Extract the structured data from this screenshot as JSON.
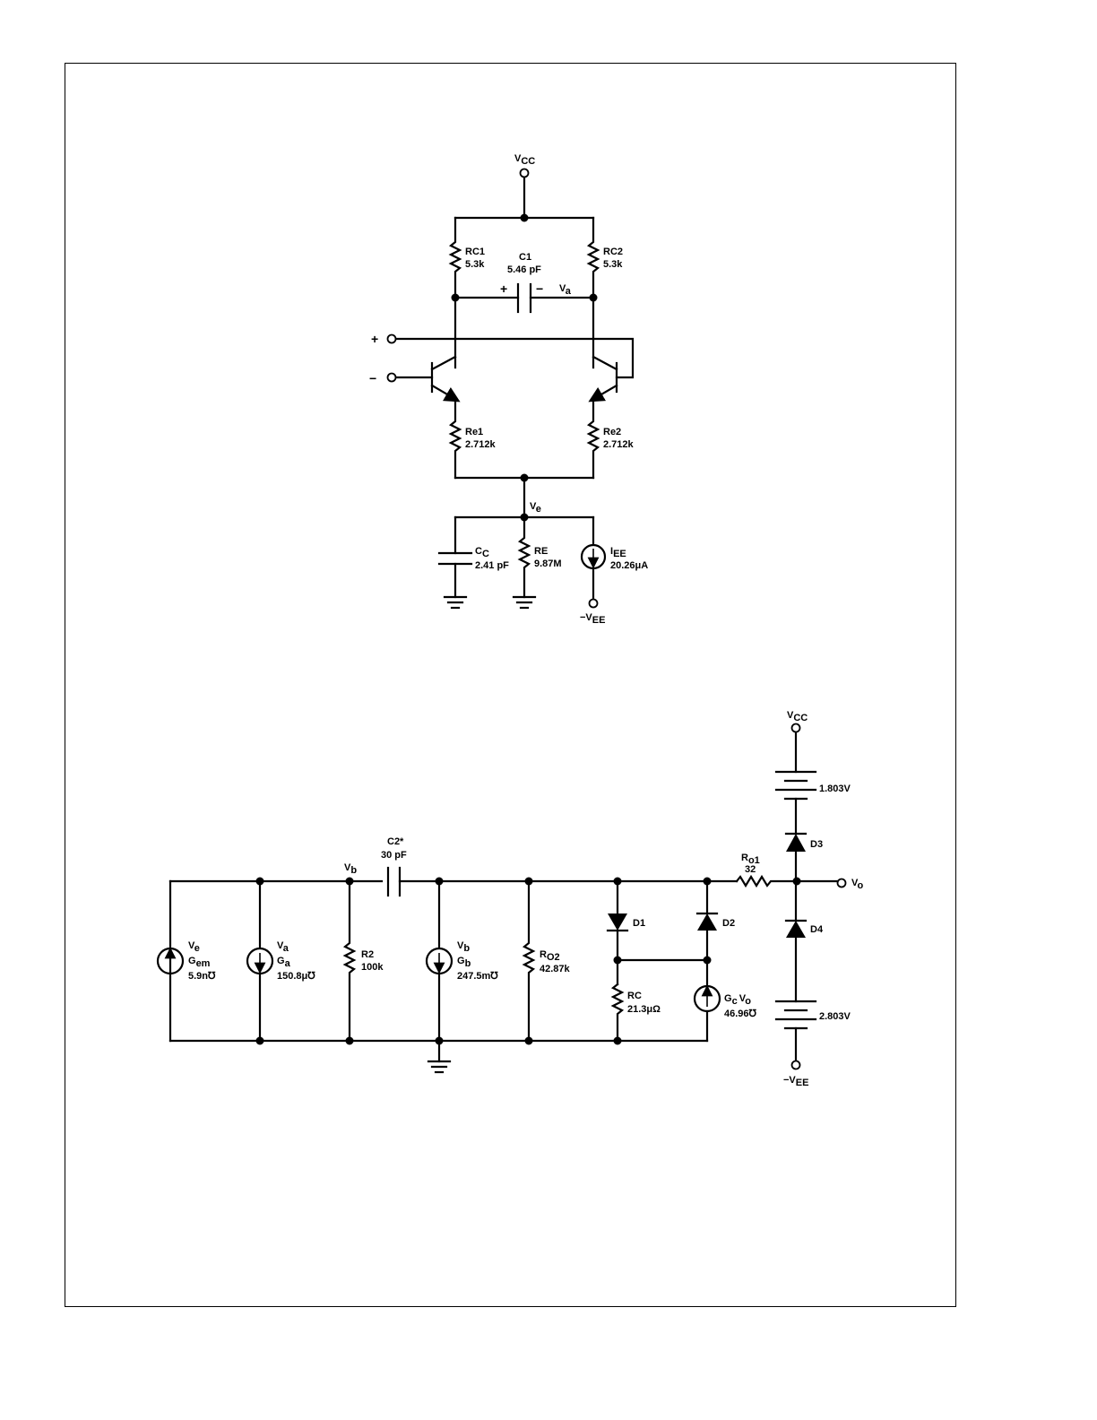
{
  "top": {
    "vcc": "V",
    "vcc_sub": "CC",
    "rc1_name": "RC1",
    "rc1_val": "5.3k",
    "rc2_name": "RC2",
    "rc2_val": "5.3k",
    "c1_name": "C1",
    "c1_val": "5.46 pF",
    "c1_plus": "+",
    "c1_minus": "−",
    "va": "V",
    "va_sub": "a",
    "in_plus": "+",
    "in_minus": "−",
    "re1_name": "Re1",
    "re1_val": "2.712k",
    "re2_name": "Re2",
    "re2_val": "2.712k",
    "ve": "V",
    "ve_sub": "e",
    "cc_name": "C",
    "cc_sub": "C",
    "cc_val": "2.41 pF",
    "re_name": "RE",
    "re_val": "9.87M",
    "iee_name": "I",
    "iee_sub": "EE",
    "iee_val": "20.26μA",
    "vee": "−V",
    "vee_sub": "EE"
  },
  "bottom": {
    "ve": "V",
    "ve_sub": "e",
    "gem": "G",
    "gem_sub": "em",
    "gem_val": "5.9n℧",
    "va": "V",
    "va_sub": "a",
    "ga": "G",
    "ga_sub": "a",
    "ga_val": "150.8μ℧",
    "vb_node": "V",
    "vb_node_sub": "b",
    "r2_name": "R2",
    "r2_val": "100k",
    "c2_name": "C2*",
    "c2_val": "30 pF",
    "vb": "V",
    "vb_sub": "b",
    "gb": "G",
    "gb_sub": "b",
    "gb_val": "247.5m℧",
    "ro2_name": "R",
    "ro2_sub": "O2",
    "ro2_val": "42.87k",
    "d1": "D1",
    "d2": "D2",
    "rc_name": "RC",
    "rc_val": "21.3μΩ",
    "gcvo": "G",
    "gcvo_sub1": "c",
    "gcvo_mid": "V",
    "gcvo_sub2": "o",
    "gcvo_val": "46.96℧",
    "ro1_name": "R",
    "ro1_sub": "o1",
    "ro1_val": "32",
    "vo": "V",
    "vo_sub": "o",
    "vcc": "V",
    "vcc_sub": "CC",
    "bat1": "1.803V",
    "d3": "D3",
    "d4": "D4",
    "bat2": "2.803V",
    "vee": "−V",
    "vee_sub": "EE"
  }
}
